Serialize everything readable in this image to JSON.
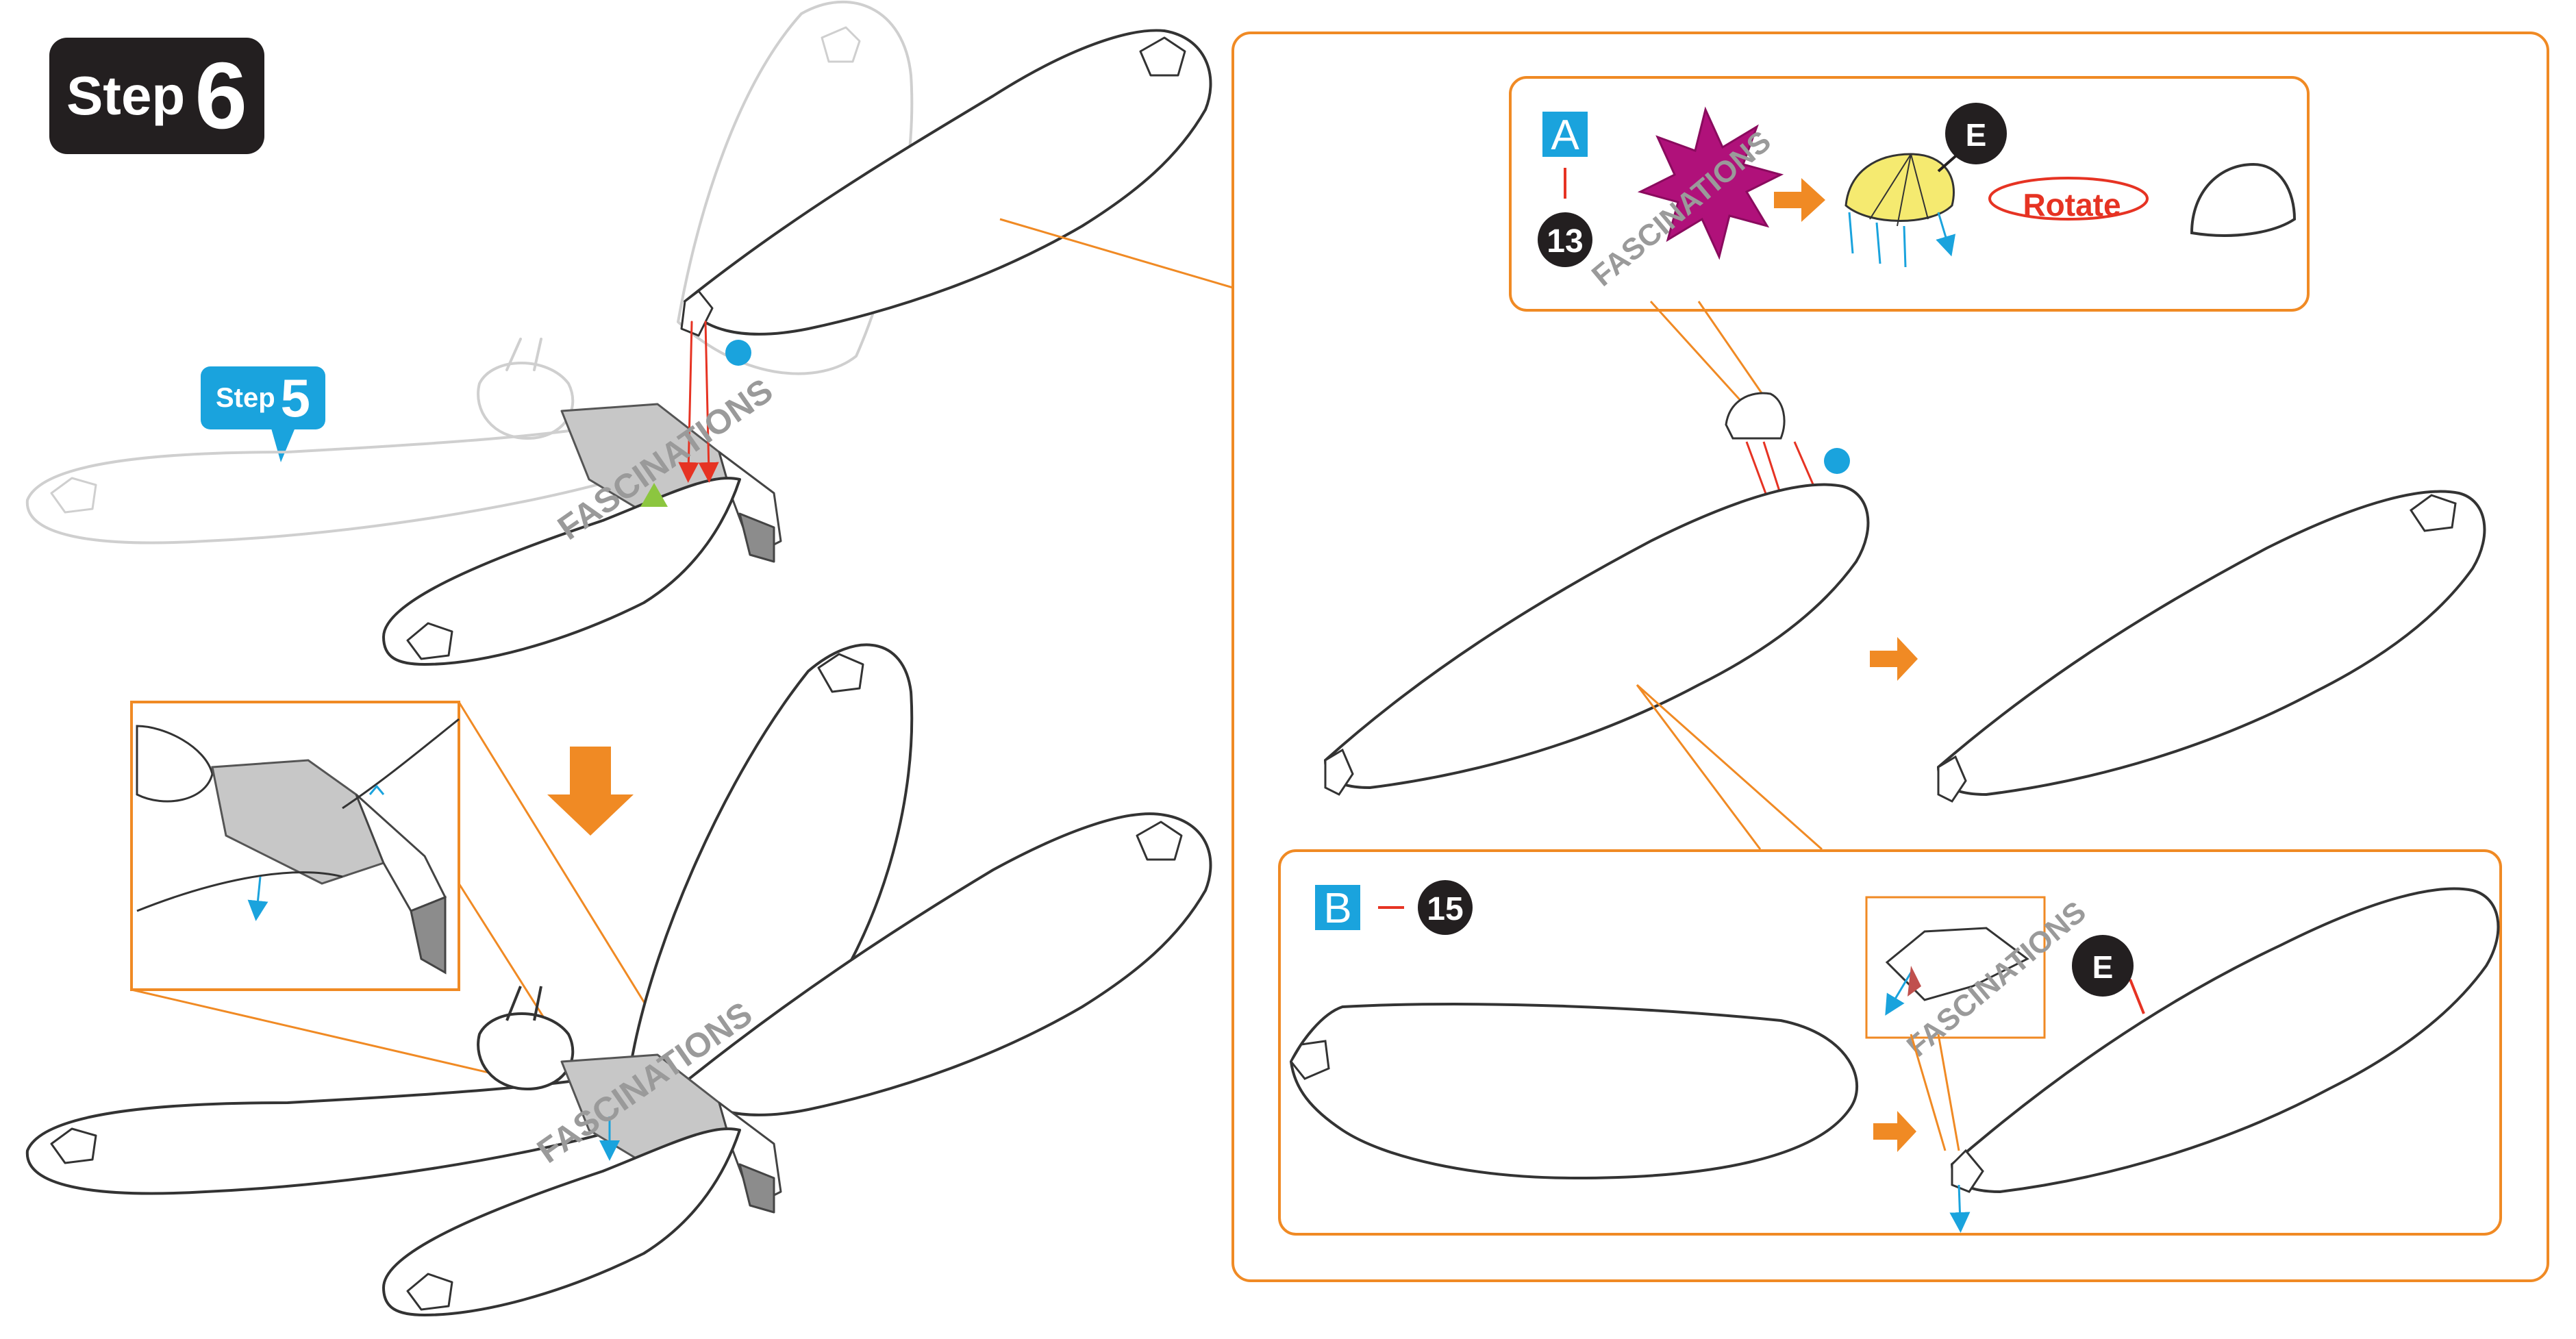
{
  "step": {
    "word": "Step",
    "number": "6"
  },
  "previous_step": {
    "word": "Step",
    "number": "5"
  },
  "watermark": "FASCINATIONS",
  "panel_a": {
    "letter": "A",
    "part_number": "13",
    "tool": "E",
    "rotate_label": "Rotate"
  },
  "panel_b": {
    "letter": "B",
    "part_number": "15",
    "tool": "E"
  },
  "colors": {
    "accent": "#f08a24",
    "blue": "#1aa3dd",
    "magenta": "#b0117a",
    "yellow": "#f5ea70",
    "red": "#e63323",
    "green": "#8cc63f",
    "badge": "#231f20"
  }
}
